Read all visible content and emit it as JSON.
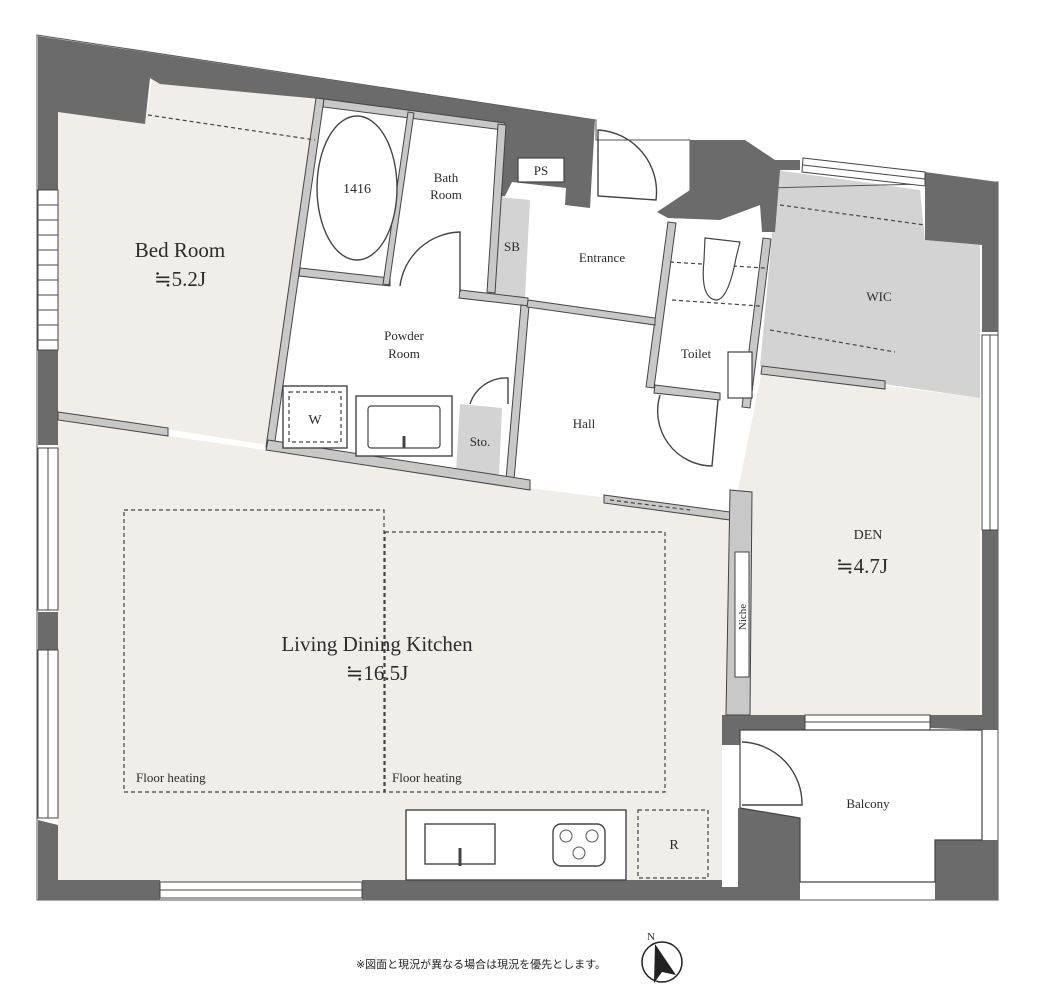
{
  "rooms": {
    "bedroom": {
      "name": "Bed Room",
      "size": "≒5.2J"
    },
    "bath_tub": "1416",
    "bathroom_line1": "Bath",
    "bathroom_line2": "Room",
    "shoe_box": "SB",
    "entrance": "Entrance",
    "pipe_space": "PS",
    "wic": "WIC",
    "powder_line1": "Powder",
    "powder_line2": "Room",
    "washer": "W",
    "storage": "Sto.",
    "hall": "Hall",
    "toilet": "Toilet",
    "den": {
      "name": "DEN",
      "size": "≒4.7J"
    },
    "niche": "Niche",
    "ldk": {
      "name": "Living Dining Kitchen",
      "size": "≒16.5J"
    },
    "floor_heating_left": "Floor heating",
    "floor_heating_right": "Floor heating",
    "refrigerator": "R",
    "balcony": "Balcony"
  },
  "footer": {
    "note": "※図面と現況が異なる場合は現況を優先とします。",
    "compass_label": "N"
  },
  "colors": {
    "wall": "#6b6b6b",
    "room_beige": "#f1ede8",
    "room_gray": "#d3d3d3"
  }
}
